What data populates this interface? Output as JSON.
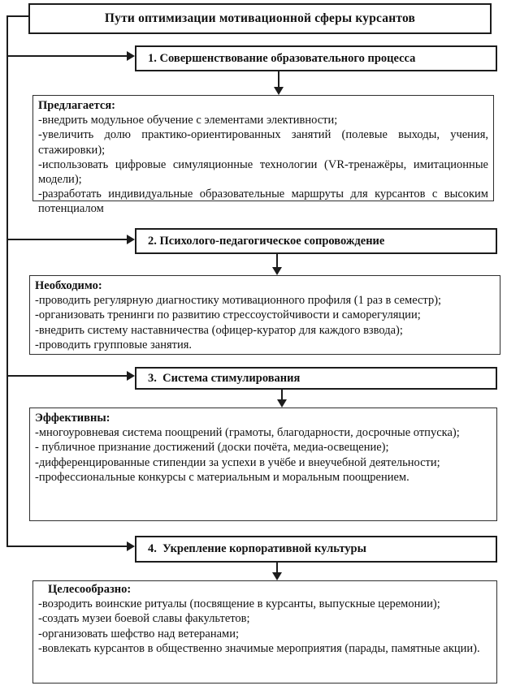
{
  "title": "Пути оптимизации мотивационной сферы курсантов",
  "colors": {
    "background": "#ffffff",
    "border": "#1c1c1c",
    "text": "#111111"
  },
  "sections": [
    {
      "label": "1. Совершенствование образовательного процесса",
      "lead": "Предлагается:",
      "items": [
        "-внедрить модульное обучение с элементами элективности;",
        "-увеличить долю практико-ориентированных занятий (полевые выходы, учения, стажировки);",
        "-использовать цифровые симуляционные технологии (VR-тренажёры, имитационные модели);",
        "-разработать индивидуальные образовательные маршруты для курсантов с высоким потенциалом"
      ]
    },
    {
      "label": "2. Психолого-педагогическое сопровождение",
      "lead": "Необходимо:",
      "items": [
        "-проводить регулярную диагностику мотивационного профиля (1 раз в семестр);",
        "-организовать тренинги по развитию стрессоустойчивости и саморегуляции;",
        "-внедрить систему наставничества (офицер-куратор для каждого взвода);",
        "-проводить групповые занятия."
      ]
    },
    {
      "label": "3.  Система стимулирования",
      "lead": "Эффективны:",
      "items": [
        "-многоуровневая система поощрений (грамоты, благодарности, досрочные отпуска);",
        "- публичное признание достижений (доски почёта, медиа-освещение);",
        "-дифференцированные стипендии за успехи в учёбе и внеучебной деятельности;",
        "-профессиональные конкурсы с материальным и моральным поощрением."
      ]
    },
    {
      "label": "4.  Укрепление корпоративной культуры",
      "lead": "Целесообразно:",
      "items": [
        "-возродить воинские ритуалы (посвящение в курсанты, выпускные церемонии);",
        "-создать музеи боевой славы факультетов;",
        "-организовать шефство над ветеранами;",
        "-вовлекать курсантов в общественно значимые мероприятия (парады, памятные акции)."
      ]
    }
  ]
}
